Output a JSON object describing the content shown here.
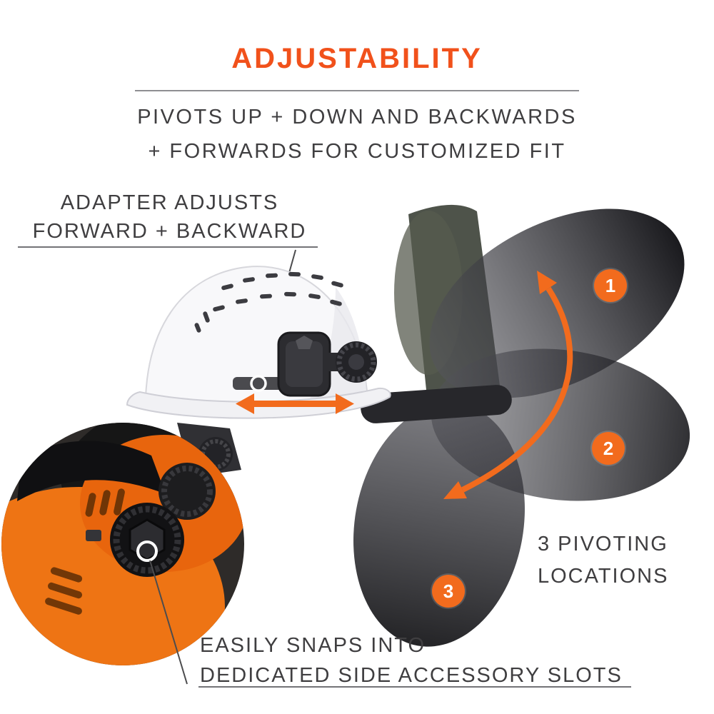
{
  "colors": {
    "accent": "#f1511b",
    "arrow": "#f26b1d",
    "text": "#3f3e40",
    "line": "#737377"
  },
  "header": {
    "title": "ADJUSTABILITY",
    "subtitle_line1": "PIVOTS UP + DOWN AND BACKWARDS",
    "subtitle_line2": "+ FORWARDS FOR CUSTOMIZED FIT"
  },
  "callouts": {
    "adapter": {
      "line1": "ADAPTER ADJUSTS",
      "line2": "FORWARD + BACKWARD"
    },
    "pivot": {
      "line1": "3 PIVOTING",
      "line2": "LOCATIONS"
    },
    "snap": {
      "line1": "EASILY SNAPS INTO",
      "line2": "DEDICATED SIDE ACCESSORY SLOTS"
    }
  },
  "badges": [
    {
      "label": "1"
    },
    {
      "label": "2"
    },
    {
      "label": "3"
    }
  ]
}
